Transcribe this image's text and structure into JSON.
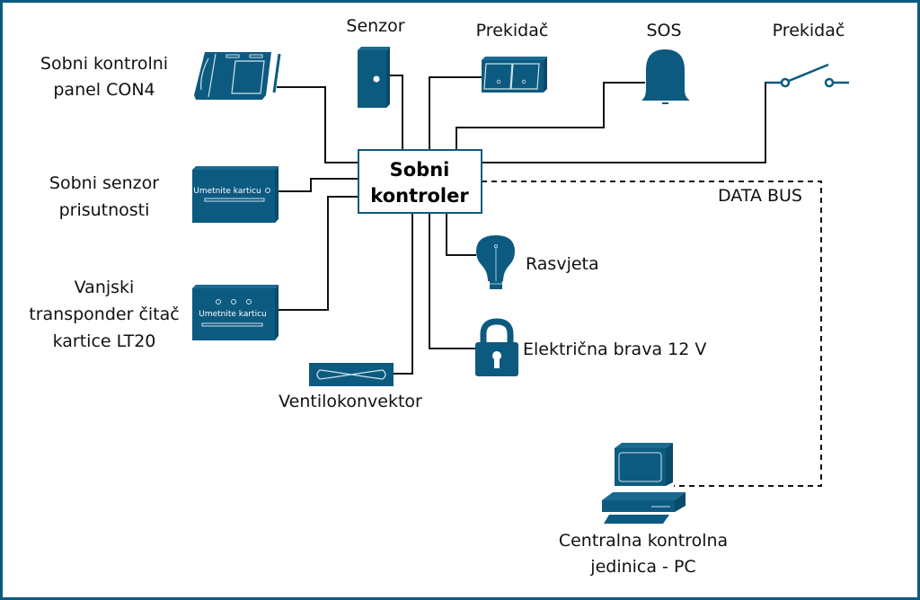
{
  "diagram": {
    "controller": {
      "line1": "Sobni",
      "line2": "kontroler"
    },
    "devices": {
      "control_panel": {
        "line1": "Sobni kontrolni",
        "line2": "panel CON4"
      },
      "presence_sensor": {
        "line1": "Sobni senzor",
        "line2": "prisutnosti",
        "screen_text": "Umetnite karticu"
      },
      "transponder_reader": {
        "line1": "Vanjski",
        "line2": "transponder čitač",
        "line3": "kartice LT20",
        "screen_text": "Umetnite karticu"
      },
      "fan_coil": {
        "label": "Ventilokonvektor"
      },
      "sensor": {
        "label": "Senzor"
      },
      "switch_panel": {
        "label": "Prekidač"
      },
      "sos": {
        "label": "SOS"
      },
      "switch": {
        "label": "Prekidač"
      },
      "lighting": {
        "label": "Rasvjeta"
      },
      "electric_lock": {
        "label": "Električna brava 12 V"
      },
      "central_pc": {
        "line1": "Centralna kontrolna",
        "line2": "jedinica - PC"
      }
    },
    "bus": {
      "label": "DATA BUS"
    },
    "colors": {
      "device": "#0d5a80",
      "frame": "#0b5a80",
      "wire": "#111111"
    }
  }
}
